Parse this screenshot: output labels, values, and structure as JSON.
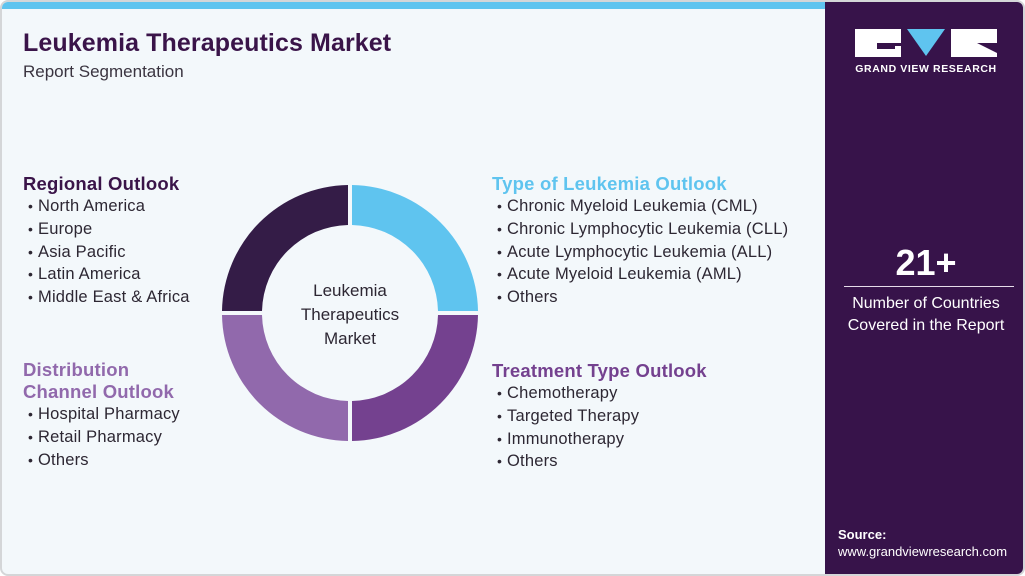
{
  "header": {
    "title": "Leukemia Therapeutics Market",
    "subtitle": "Report Segmentation"
  },
  "donut": {
    "center_label_lines": [
      "Leukemia",
      "Therapeutics",
      "Market"
    ],
    "segments": [
      {
        "name": "Type of Leukemia Outlook",
        "color": "#5fc4ef",
        "position": "top-right"
      },
      {
        "name": "Treatment Type Outlook",
        "color": "#74418f",
        "position": "bottom-right"
      },
      {
        "name": "Distribution Channel Outlook",
        "color": "#9169ac",
        "position": "bottom-left"
      },
      {
        "name": "Regional Outlook",
        "color": "#341c47",
        "position": "top-left"
      }
    ]
  },
  "sections": {
    "regional": {
      "heading": "Regional Outlook",
      "color": "#3a1449",
      "items": [
        "North America",
        "Europe",
        "Asia Pacific",
        "Latin America",
        "Middle East & Africa"
      ]
    },
    "distribution": {
      "heading_lines": [
        "Distribution",
        "Channel Outlook"
      ],
      "color": "#9169ac",
      "items": [
        "Hospital Pharmacy",
        "Retail Pharmacy",
        "Others"
      ]
    },
    "type": {
      "heading": "Type of Leukemia Outlook",
      "color": "#5fc4ef",
      "items": [
        "Chronic Myeloid Leukemia (CML)",
        "Chronic Lymphocytic Leukemia (CLL)",
        "Acute Lymphocytic Leukemia (ALL)",
        "Acute Myeloid Leukemia (AML)",
        "Others"
      ]
    },
    "treatment": {
      "heading": "Treatment Type Outlook",
      "color": "#74418f",
      "items": [
        "Chemotherapy",
        "Targeted Therapy",
        "Immunotherapy",
        "Others"
      ]
    }
  },
  "sidebar": {
    "brand": "GRAND VIEW RESEARCH",
    "stat_value": "21+",
    "stat_desc_lines": [
      "Number of Countries",
      "Covered in the Report"
    ],
    "source_label": "Source:",
    "source_url": "www.grandviewresearch.com",
    "bg_color": "#37134a",
    "accent_color": "#5fc4ef"
  },
  "bullet": "•"
}
